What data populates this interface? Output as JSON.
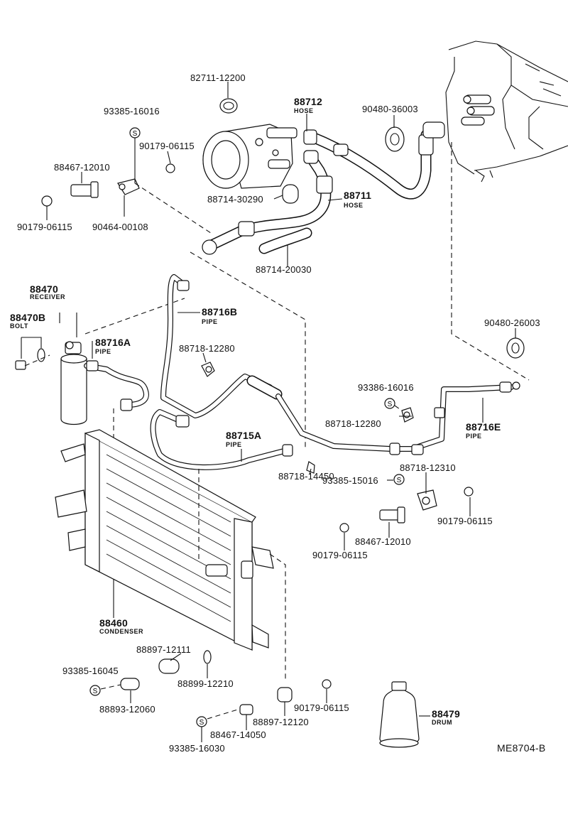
{
  "diagram": {
    "code": "ME8704-B",
    "parts": [
      {
        "id": "p82711_12200",
        "number": "82711-12200"
      },
      {
        "id": "p88712",
        "number": "88712",
        "desc": "HOSE"
      },
      {
        "id": "p93385_16016",
        "number": "93385-16016"
      },
      {
        "id": "p90480_36003",
        "number": "90480-36003"
      },
      {
        "id": "p90179_06115_a",
        "number": "90179-06115"
      },
      {
        "id": "p88467_12010_a",
        "number": "88467-12010"
      },
      {
        "id": "p88714_30290",
        "number": "88714-30290"
      },
      {
        "id": "p88711",
        "number": "88711",
        "desc": "HOSE"
      },
      {
        "id": "p90179_06115_b",
        "number": "90179-06115"
      },
      {
        "id": "p90464_00108",
        "number": "90464-00108"
      },
      {
        "id": "p88714_20030",
        "number": "88714-20030"
      },
      {
        "id": "p88470",
        "number": "88470",
        "desc": "RECEIVER"
      },
      {
        "id": "p88470B",
        "number": "88470B",
        "desc": "BOLT"
      },
      {
        "id": "p88716B",
        "number": "88716B",
        "desc": "PIPE"
      },
      {
        "id": "p88716A",
        "number": "88716A",
        "desc": "PIPE"
      },
      {
        "id": "p88718_12280_a",
        "number": "88718-12280"
      },
      {
        "id": "p90480_26003",
        "number": "90480-26003"
      },
      {
        "id": "p93386_16016",
        "number": "93386-16016"
      },
      {
        "id": "p88718_12280_b",
        "number": "88718-12280"
      },
      {
        "id": "p88716E",
        "number": "88716E",
        "desc": "PIPE"
      },
      {
        "id": "p88715A",
        "number": "88715A",
        "desc": "PIPE"
      },
      {
        "id": "p88718_12310",
        "number": "88718-12310"
      },
      {
        "id": "p88718_14450",
        "number": "88718-14450"
      },
      {
        "id": "p93385_15016",
        "number": "93385-15016"
      },
      {
        "id": "p90179_06115_c",
        "number": "90179-06115"
      },
      {
        "id": "p88467_12010_b",
        "number": "88467-12010"
      },
      {
        "id": "p90179_06115_d",
        "number": "90179-06115"
      },
      {
        "id": "p88460",
        "number": "88460",
        "desc": "CONDENSER"
      },
      {
        "id": "p88897_12111",
        "number": "88897-12111"
      },
      {
        "id": "p88899_12210",
        "number": "88899-12210"
      },
      {
        "id": "p93385_16045",
        "number": "93385-16045"
      },
      {
        "id": "p88893_12060",
        "number": "88893-12060"
      },
      {
        "id": "p90179_06115_e",
        "number": "90179-06115"
      },
      {
        "id": "p88479",
        "number": "88479",
        "desc": "DRUM"
      },
      {
        "id": "p88897_12120",
        "number": "88897-12120"
      },
      {
        "id": "p88467_14050",
        "number": "88467-14050"
      },
      {
        "id": "p93385_16030",
        "number": "93385-16030"
      }
    ],
    "symbols": {
      "s": "S"
    }
  }
}
